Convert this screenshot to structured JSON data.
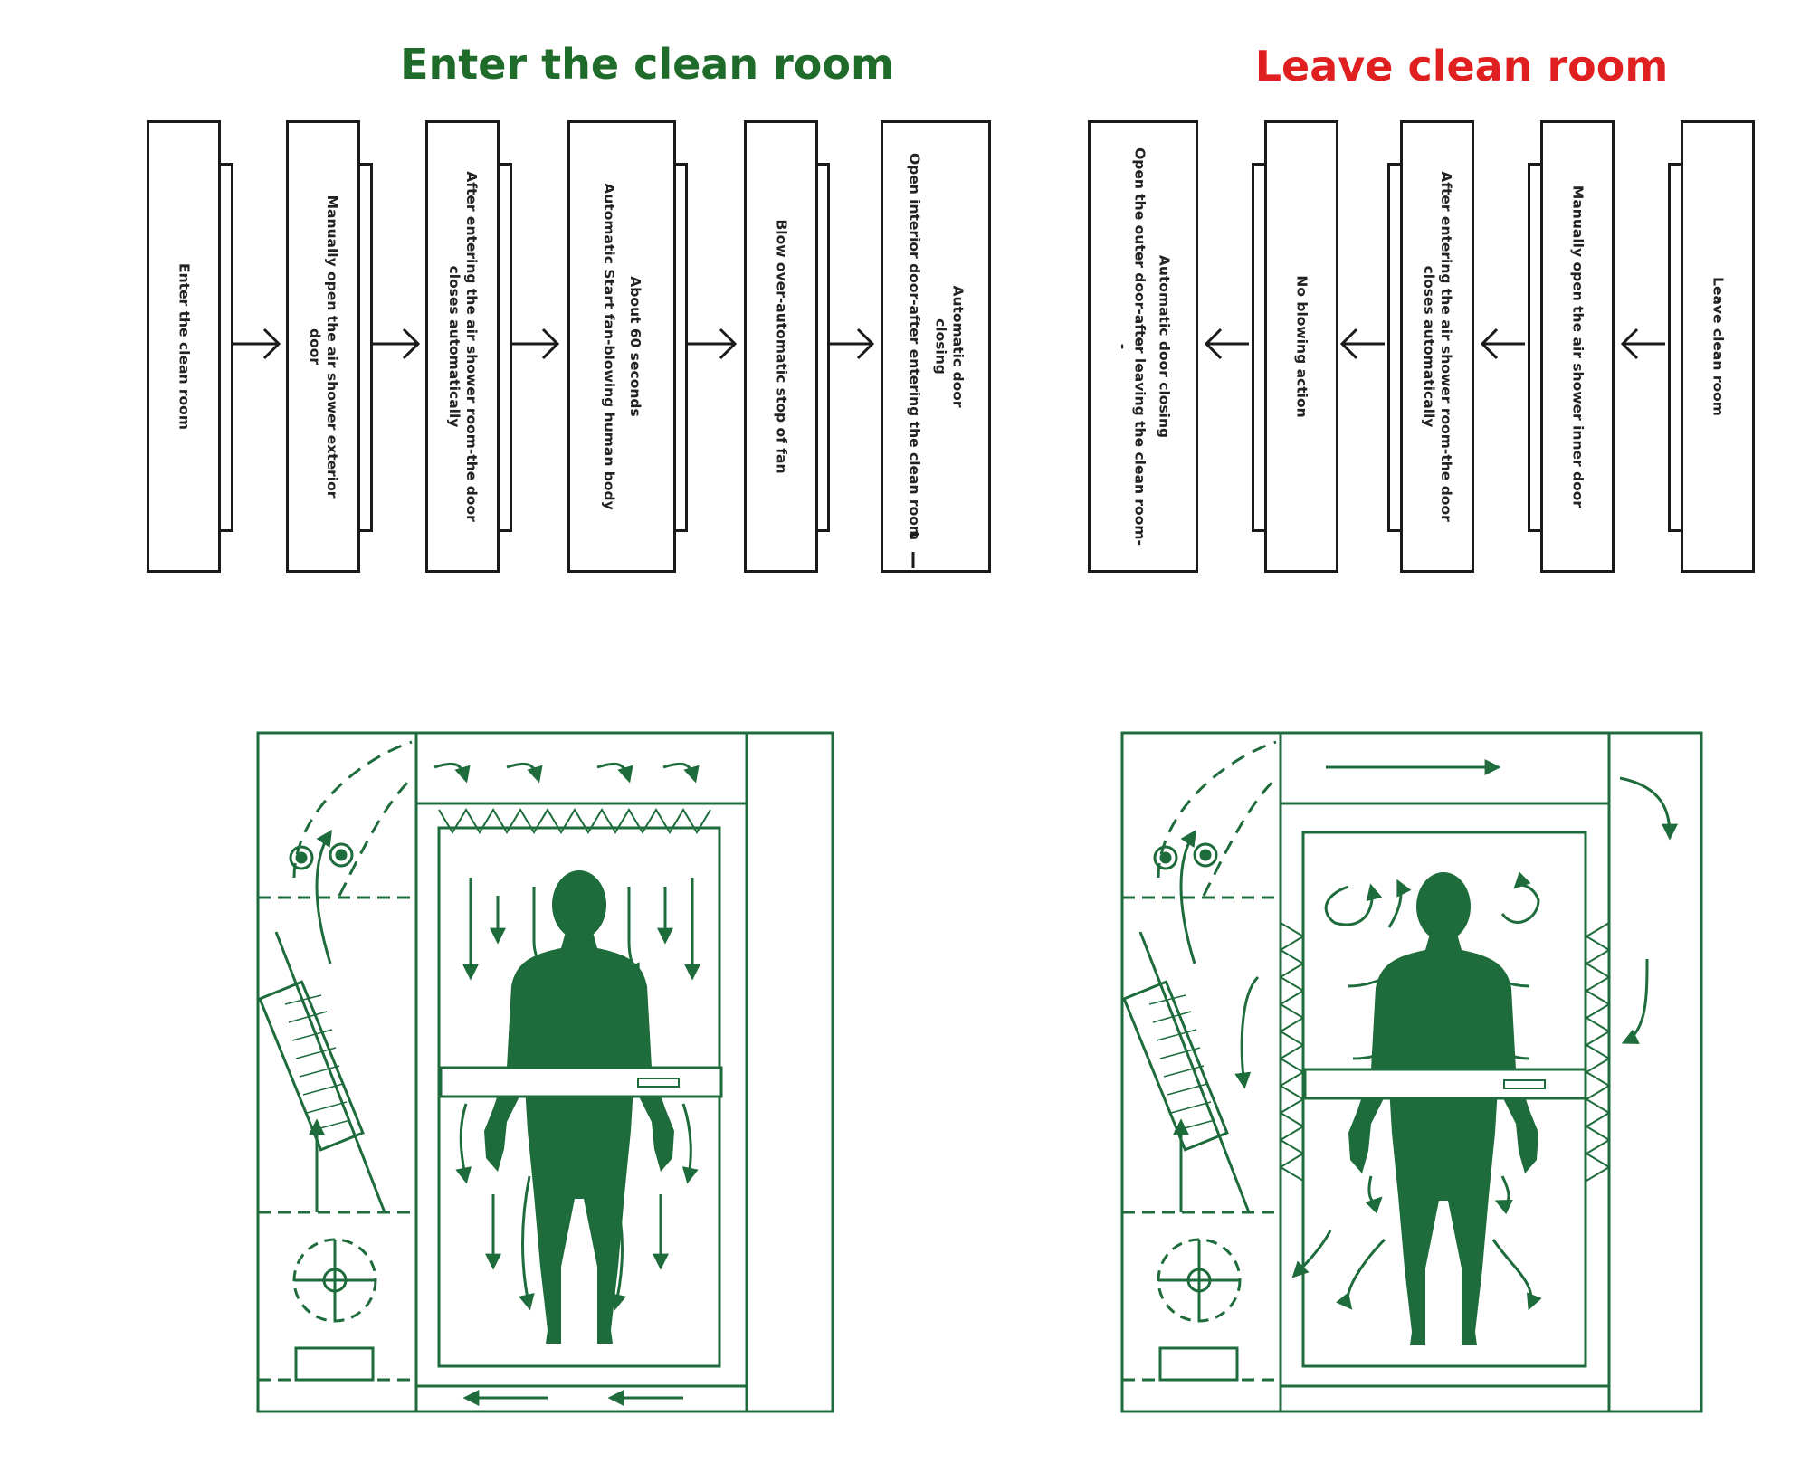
{
  "titles": {
    "enter": "Enter the clean room",
    "leave": "Leave clean room"
  },
  "colors": {
    "enter_title": "#1e6b2a",
    "leave_title": "#e02020",
    "diagram_green": "#1e6b3c",
    "box_stroke": "#1a1a1a"
  },
  "enter_steps": [
    {
      "lines": [
        "Enter the clean room"
      ]
    },
    {
      "lines": [
        "Manually open the air shower exterior",
        "door"
      ]
    },
    {
      "lines": [
        "After entering the air shower room-the door",
        "closes automatically"
      ]
    },
    {
      "lines": [
        "About 60 seconds",
        "Automatic Start fan-blowing human body"
      ]
    },
    {
      "lines": [
        "Blow over-automatic stop of fan"
      ]
    },
    {
      "lines": [
        "Automatic door",
        "closing",
        "Open interior door-after entering the clean room"
      ]
    }
  ],
  "leave_steps": [
    {
      "lines": [
        "Automatic door closing",
        "Open the outer door-after leaving the clean room--"
      ]
    },
    {
      "lines": [
        "No blowing action"
      ]
    },
    {
      "lines": [
        "After entering the air shower room-the door",
        "closes automatically"
      ]
    },
    {
      "lines": [
        "Manually open the air shower inner door"
      ]
    },
    {
      "lines": [
        "Leave clean room"
      ]
    }
  ],
  "icons": {
    "flow_arrow": "arrow-right-icon",
    "flow_arrow_reverse": "arrow-left-icon",
    "person": "human-silhouette-icon",
    "fan": "fan-icon",
    "filter": "filter-icon",
    "nozzle": "nozzle-icon"
  }
}
